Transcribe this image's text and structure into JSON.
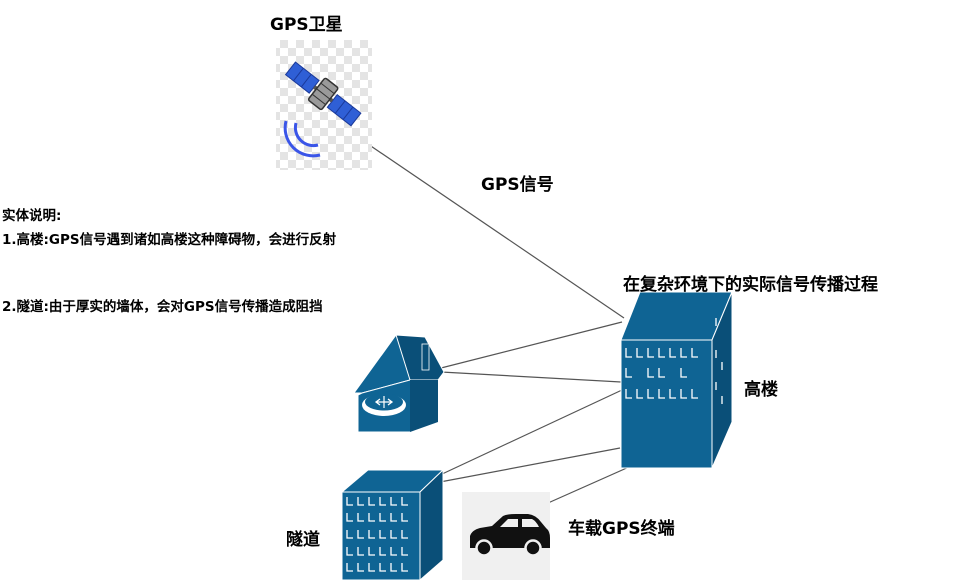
{
  "labels": {
    "satellite": "GPS卫星",
    "signal": "GPS信号",
    "process_title": "在复杂环境下的实际信号传播过程",
    "building": "高楼",
    "tunnel": "隧道",
    "vehicle": "车载GPS终端"
  },
  "notes": {
    "heading": "实体说明:",
    "item1": "1.高楼:GPS信号遇到诸如高楼这种障碍物，会进行反射",
    "item2": "2.隧道:由于厚实的墙体，会对GPS信号传播造成阻挡"
  },
  "colors": {
    "building_blue": "#0f6494",
    "building_dark": "#0a4f78",
    "satellite_panel": "#2f5fd6",
    "signal_arc": "#3a55e8",
    "line": "#555555"
  }
}
